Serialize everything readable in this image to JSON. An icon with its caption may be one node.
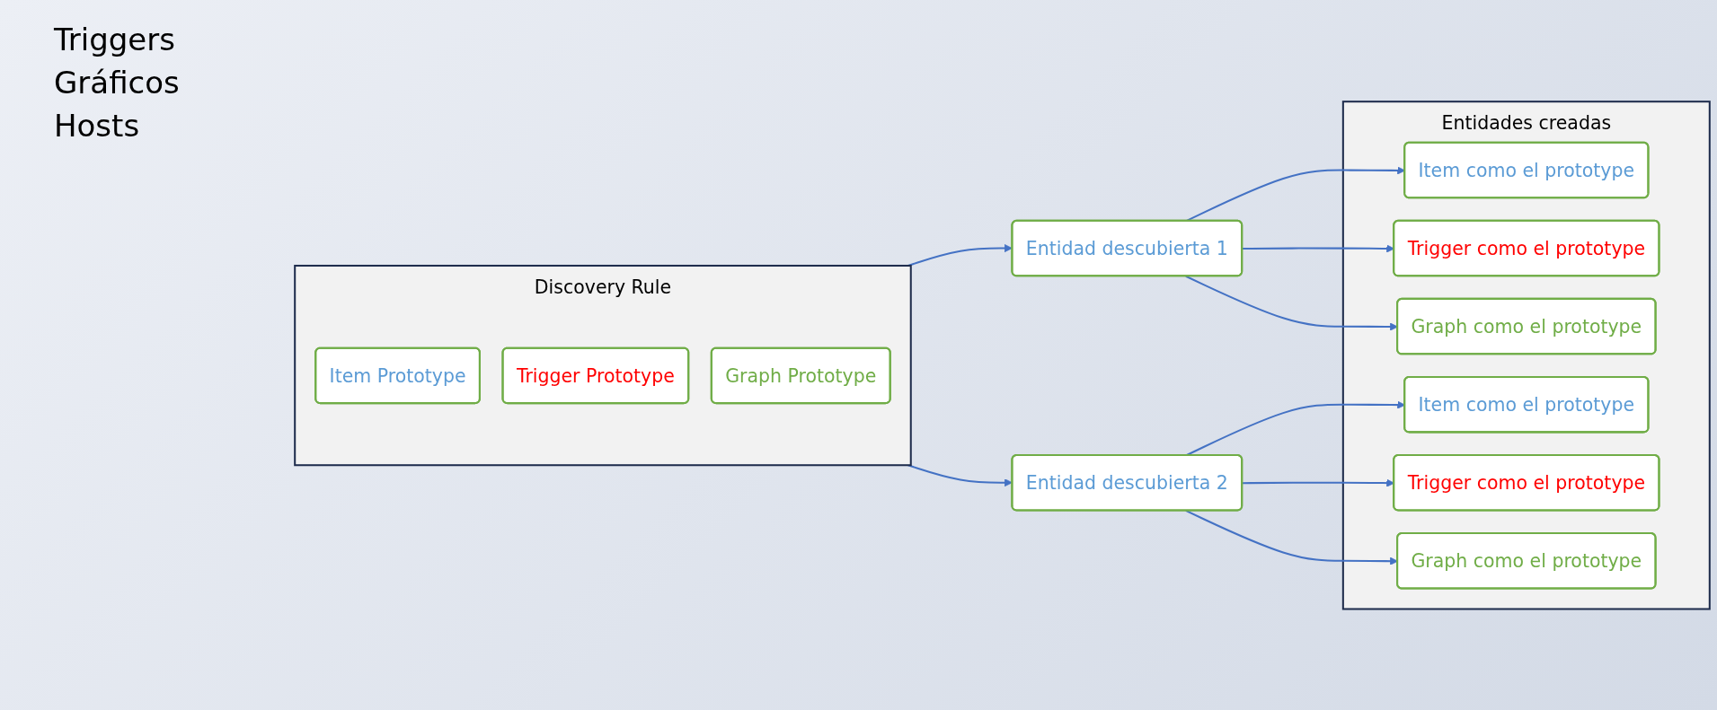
{
  "diagram": {
    "nodes": [
      {
        "text": [
          "Discovery Rule"
        ]
      },
      {
        "text": [
          "Item Prototype"
        ],
        "in": 0
      },
      {
        "text": [
          "Trigger Prototype"
        ],
        "in": 0
      },
      {
        "text": [
          "Graph Prototype"
        ],
        "in": 0
      },
      {
        "text": [
          "Entidad descubierta 1"
        ]
      },
      {
        "text": [
          "Entidad descubierta 2"
        ]
      },
      {
        "text": [
          "Entidades creadas"
        ]
      },
      {
        "text": [
          "Item como el prototype"
        ],
        "in": 6
      },
      {
        "text": [
          "Trigger como el prototype"
        ],
        "in": 6
      },
      {
        "text": [
          "Graph como el prototype"
        ],
        "in": 6
      },
      {
        "text": [
          "Item como el prototype"
        ],
        "in": 6
      },
      {
        "text": [
          "Trigger como el prototype"
        ],
        "in": 6
      },
      {
        "text": [
          "Graph como el prototype"
        ],
        "in": 6
      }
    ],
    "edges": [
      {
        "from": 0,
        "to": 4,
        "arrow": "to"
      },
      {
        "from": 0,
        "to": 5,
        "arrow": "to"
      },
      {
        "from": 4,
        "to": 7,
        "arrow": "to"
      },
      {
        "from": 4,
        "to": 8,
        "arrow": "to"
      },
      {
        "from": 4,
        "to": 9,
        "arrow": "to"
      },
      {
        "from": 5,
        "to": 10,
        "arrow": "to"
      },
      {
        "from": 5,
        "to": 11,
        "arrow": "to"
      },
      {
        "from": 5,
        "to": 12,
        "arrow": "to"
      }
    ],
    "labels": [
      "Triggers",
      "Gráficos",
      "Hosts"
    ]
  }
}
